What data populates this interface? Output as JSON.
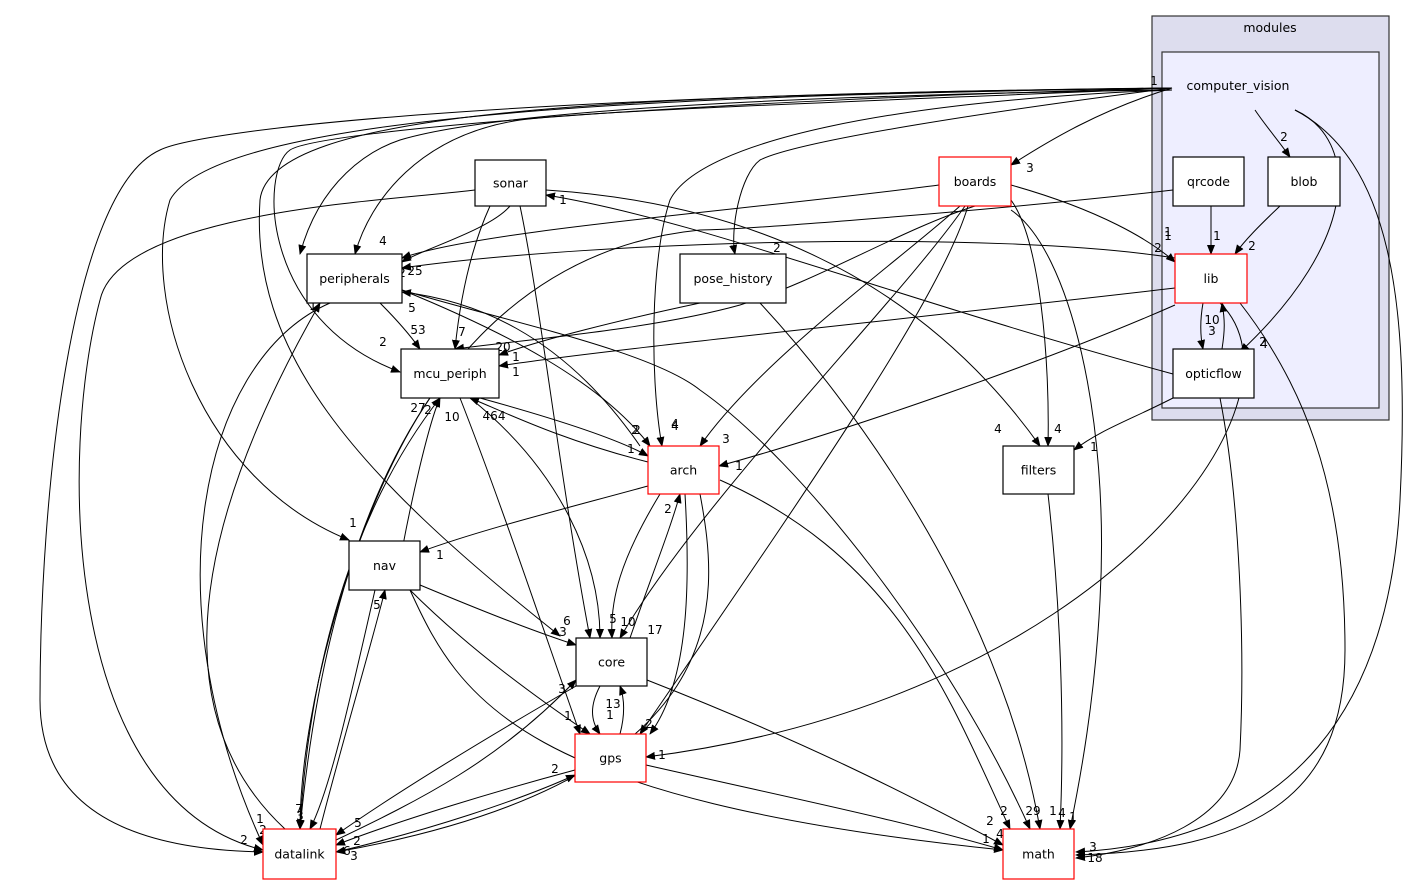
{
  "diagram": {
    "clusters": [
      {
        "id": "modules",
        "label": "modules",
        "fill": "#ddddee",
        "stroke": "#333333"
      },
      {
        "id": "computer_vision",
        "label": "computer_vision",
        "fill": "#eeeeff",
        "stroke": "#333333"
      }
    ],
    "nodes": [
      {
        "id": "sonar",
        "label": "sonar",
        "border": "#000000"
      },
      {
        "id": "boards",
        "label": "boards",
        "border": "#ff0000"
      },
      {
        "id": "qrcode",
        "label": "qrcode",
        "border": "#000000"
      },
      {
        "id": "blob",
        "label": "blob",
        "border": "#000000"
      },
      {
        "id": "peripherals",
        "label": "peripherals",
        "border": "#000000"
      },
      {
        "id": "pose_history",
        "label": "pose_history",
        "border": "#000000"
      },
      {
        "id": "lib",
        "label": "lib",
        "border": "#ff0000"
      },
      {
        "id": "mcu_periph",
        "label": "mcu_periph",
        "border": "#000000"
      },
      {
        "id": "opticflow",
        "label": "opticflow",
        "border": "#000000"
      },
      {
        "id": "arch",
        "label": "arch",
        "border": "#ff0000"
      },
      {
        "id": "filters",
        "label": "filters",
        "border": "#000000"
      },
      {
        "id": "nav",
        "label": "nav",
        "border": "#000000"
      },
      {
        "id": "core",
        "label": "core",
        "border": "#000000"
      },
      {
        "id": "gps",
        "label": "gps",
        "border": "#ff0000"
      },
      {
        "id": "datalink",
        "label": "datalink",
        "border": "#ff0000"
      },
      {
        "id": "math",
        "label": "math",
        "border": "#ff0000"
      }
    ],
    "edge_labels": [
      "1",
      "3",
      "2",
      "4",
      "2",
      "2",
      "1",
      "2",
      "4",
      "1",
      "2",
      "25",
      "2",
      "1",
      "4",
      "5",
      "53",
      "7",
      "20",
      "1",
      "1",
      "2",
      "27",
      "10",
      "464",
      "2",
      "1",
      "4",
      "3",
      "1",
      "1",
      "2",
      "10",
      "3",
      "4",
      "2",
      "4",
      "1",
      "1",
      "2",
      "1",
      "6",
      "3",
      "5",
      "10",
      "17",
      "3",
      "13",
      "1",
      "2",
      "1",
      "1",
      "2",
      "1",
      "2",
      "7",
      "3",
      "5",
      "2",
      "6",
      "3",
      "2",
      "5",
      "2",
      "29",
      "1",
      "4",
      "1",
      "2",
      "1",
      "3",
      "18",
      "4",
      "1"
    ]
  }
}
